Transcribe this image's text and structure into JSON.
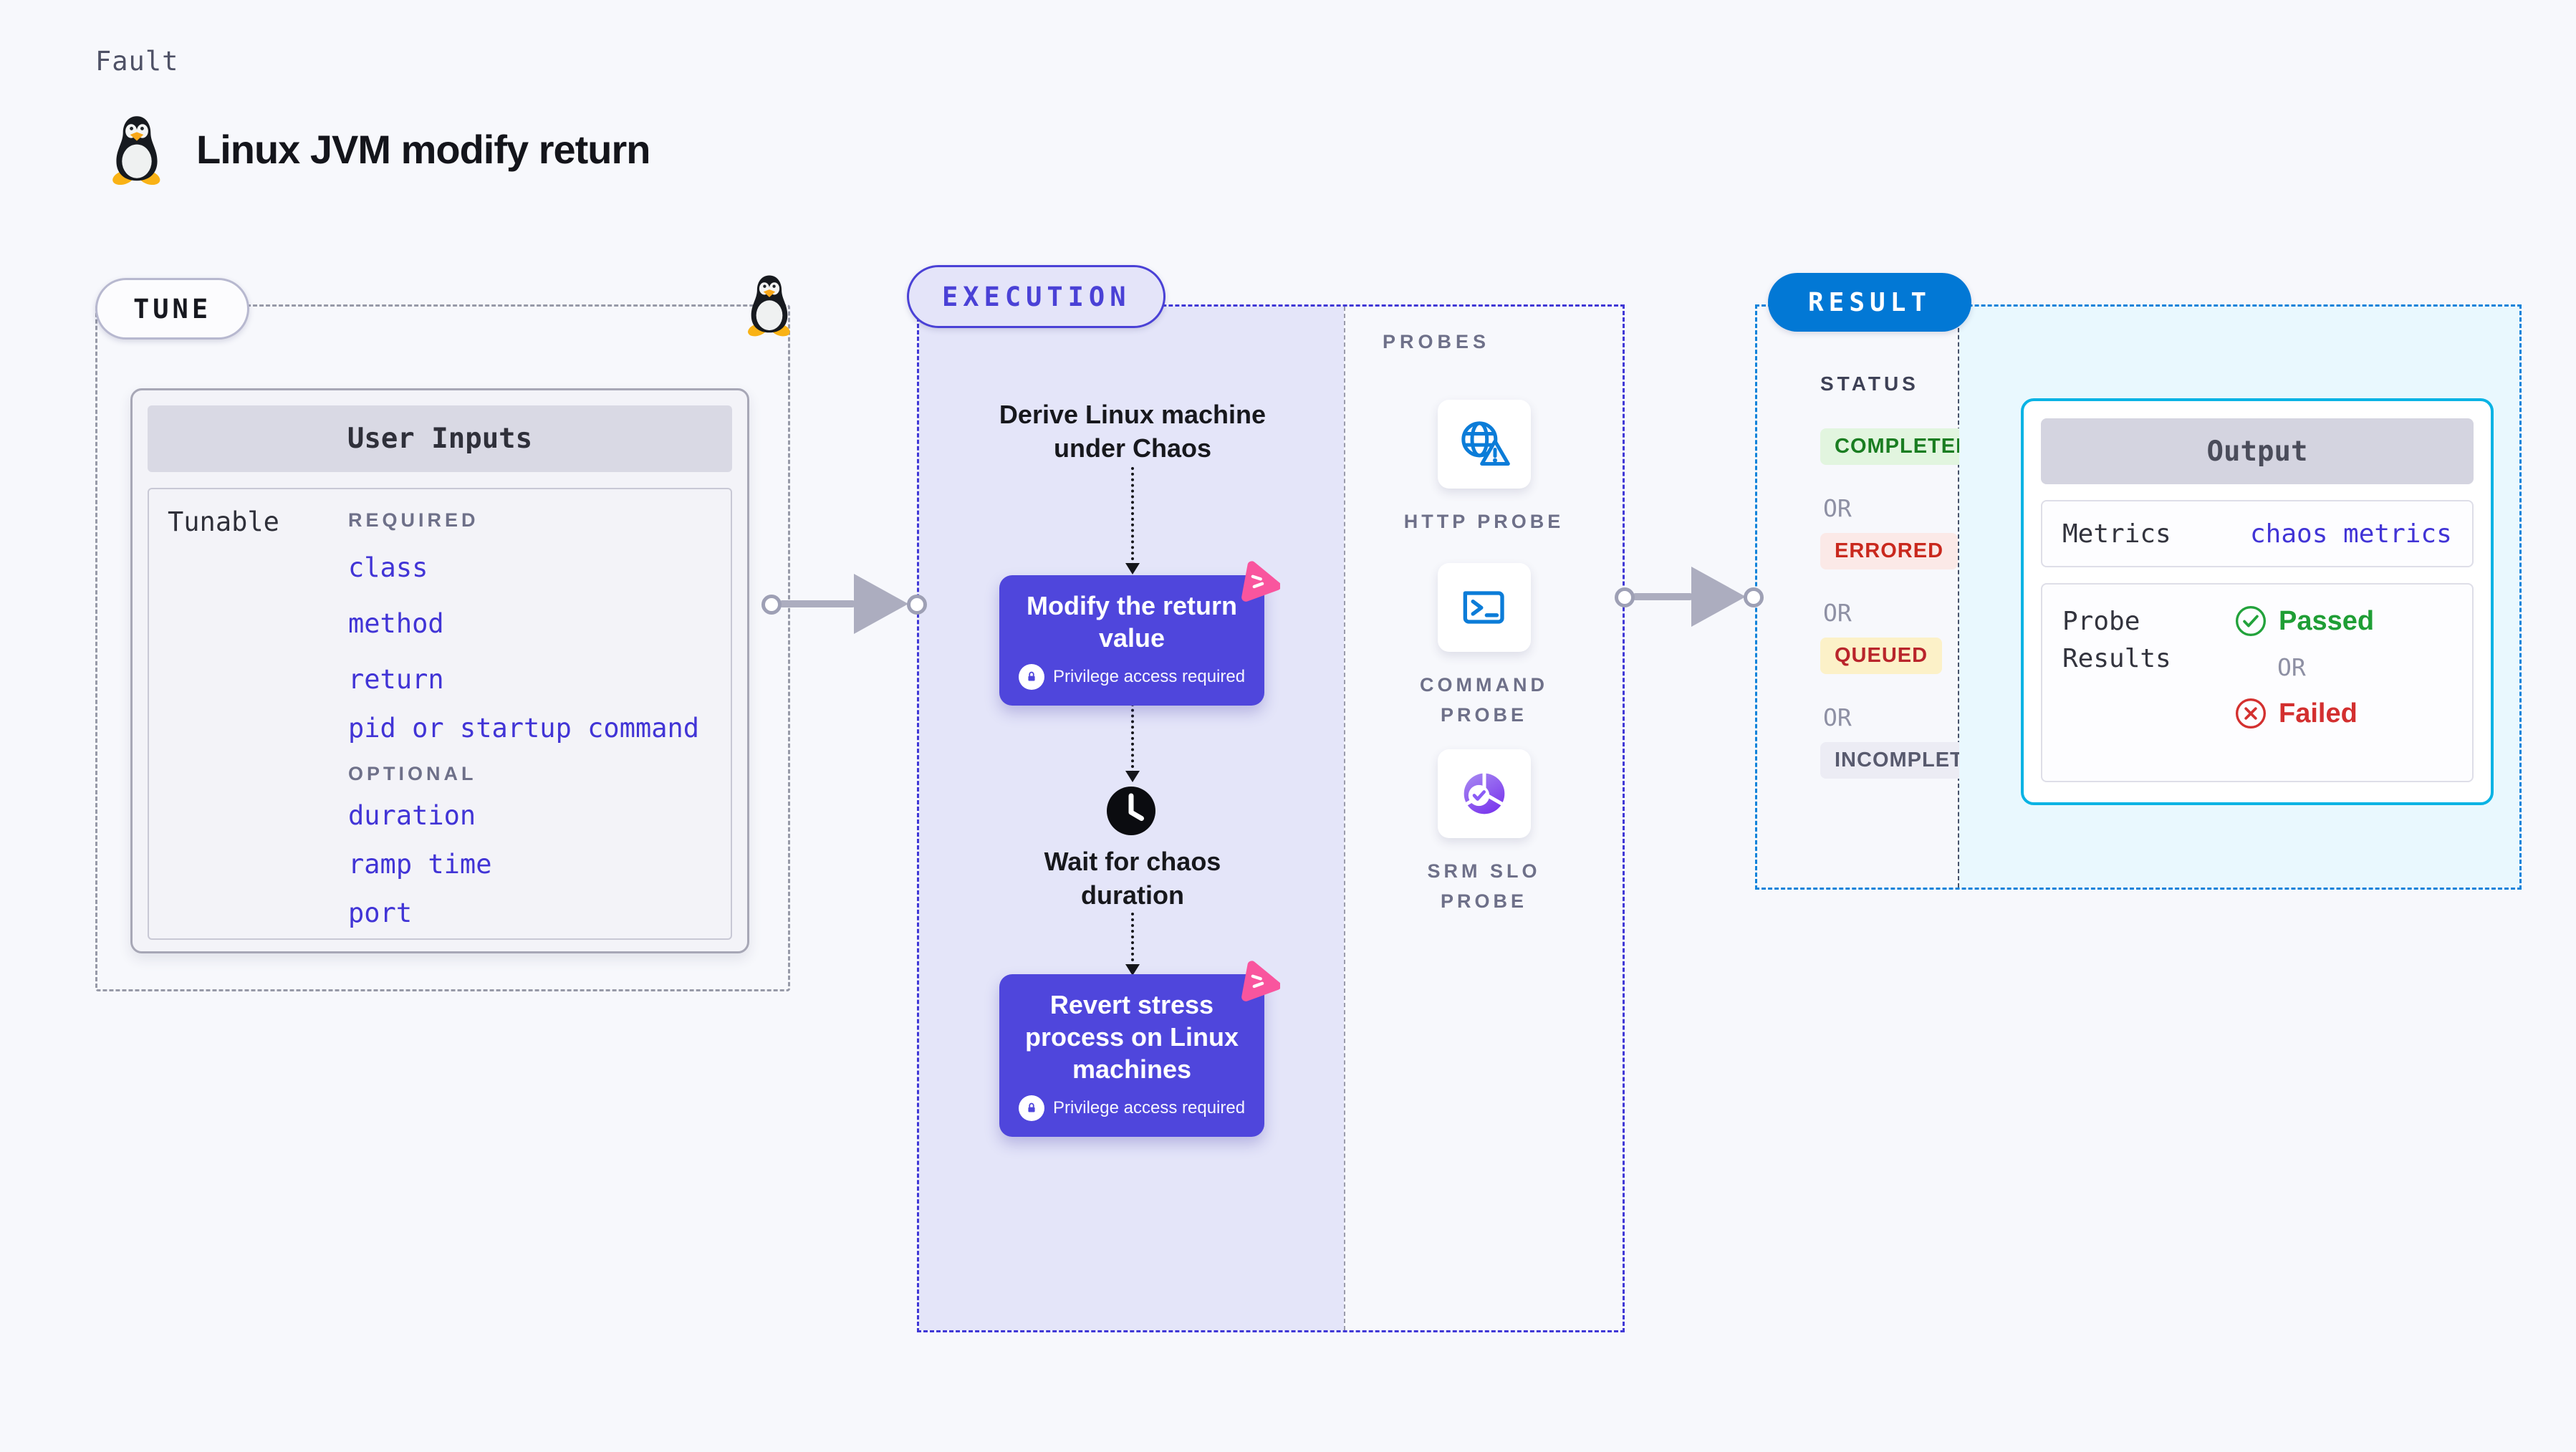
{
  "page": {
    "fault_label": "Fault",
    "title": "Linux JVM modify return"
  },
  "tune": {
    "badge": "TUNE",
    "card_title": "User Inputs",
    "row_label": "Tunable",
    "required_label": "REQUIRED",
    "required_params": [
      "class",
      "method",
      "return",
      "pid or startup command"
    ],
    "optional_label": "OPTIONAL",
    "optional_params": [
      "duration",
      "ramp time",
      "port"
    ]
  },
  "execution": {
    "badge": "EXECUTION",
    "steps": {
      "derive": {
        "label": "Derive Linux machine under Chaos"
      },
      "modify": {
        "label": "Modify the return value",
        "note": "Privilege access required"
      },
      "wait": {
        "label": "Wait for chaos duration"
      },
      "revert": {
        "label": "Revert stress process on Linux machines",
        "note": "Privilege access required"
      }
    }
  },
  "probes": {
    "label": "PROBES",
    "items": [
      {
        "name": "HTTP PROBE",
        "icon": "globe-alert-icon"
      },
      {
        "name": "COMMAND PROBE",
        "icon": "terminal-icon"
      },
      {
        "name": "SRM SLO PROBE",
        "icon": "slo-donut-check-icon"
      }
    ]
  },
  "result": {
    "badge": "RESULT",
    "status_label": "STATUS",
    "or_label": "OR",
    "statuses": [
      {
        "label": "COMPLETED",
        "fg": "#1A7D21",
        "bg": "#E2F5DF"
      },
      {
        "label": "ERRORED",
        "fg": "#C9281D",
        "bg": "#FBE9E7"
      },
      {
        "label": "QUEUED",
        "fg": "#B9252B",
        "bg": "#FCF1C8"
      },
      {
        "label": "INCOMPLETED",
        "fg": "#585A6E",
        "bg": "#ECECF4"
      }
    ],
    "output": {
      "title": "Output",
      "metrics_label": "Metrics",
      "metrics_value": "chaos metrics",
      "probe_results_label": "Probe Results",
      "passed_label": "Passed",
      "or_label": "OR",
      "failed_label": "Failed"
    }
  },
  "colors": {
    "page_bg": "#F7F8FC",
    "accent_indigo": "#4F46DC",
    "execution_dash": "#4038D6",
    "lavender_bg": "#E4E5F9",
    "result_blue": "#0278D5",
    "output_area_bg": "#E9F8FE",
    "output_border_cyan": "#0AB3E4",
    "probe_icon_blue": "#0B7CD8",
    "srm_purple": "#7C3AED",
    "chaos_pink": "#F9559E",
    "param_indigo": "#4134D6",
    "passed_green": "#1F9E35",
    "failed_red": "#D32F2F"
  }
}
